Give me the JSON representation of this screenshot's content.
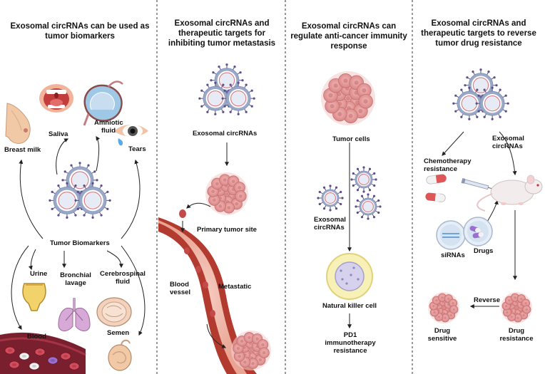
{
  "panels": [
    {
      "title": "Exosomal circRNAs can be used as tumor biomarkers",
      "center_label": "Tumor Biomarkers",
      "labels": {
        "saliva": "Saliva",
        "amniotic_fluid": "Amniotic fluid",
        "breast_milk": "Breast milk",
        "tears": "Tears",
        "urine": "Urine",
        "bronchial_lavage": "Bronchial lavage",
        "cerebrospinal_fluid": "Cerebrospinal fluid",
        "blood": "Blood",
        "semen": "Semen"
      }
    },
    {
      "title": "Exosomal circRNAs and therapeutic targets for inhibiting tumor metastasis",
      "labels": {
        "exosomal_circrnas": "Exosomal circRNAs",
        "primary_tumor_site": "Primary tumor site",
        "blood_vessel": "Blood vessel",
        "metastatic": "Metastatic"
      }
    },
    {
      "title": "Exosomal circRNAs can regulate anti-cancer immunity response",
      "labels": {
        "tumor_cells": "Tumor cells",
        "exosomal_circrnas": "Exosomal circRNAs",
        "natural_killer_cell": "Natural killer cell",
        "pd1_resistance": "PD1 immunotherapy resistance"
      }
    },
    {
      "title": "Exosomal circRNAs and therapeutic targets to reverse tumor drug resistance",
      "labels": {
        "exosomal_circrnas": "Exosomal circRNAs",
        "chemotherapy_resistance": "Chemotherapy resistance",
        "sirnas": "siRNAs",
        "drugs": "Drugs",
        "reverse": "Reverse",
        "drug_sensitive": "Drug sensitive",
        "drug_resistance": "Drug resistance"
      }
    }
  ],
  "colors": {
    "exosome_ring": "#9aa8c8",
    "exosome_core": "#e6ebf5",
    "exosome_inner_ring": "#d97a86",
    "spike": "#5b4f8a",
    "tumor": "#e7a3a3",
    "tumor_dark": "#c96e6e",
    "vessel": "#b23a2f",
    "vessel_inner": "#f2b7a9",
    "nk_cell": "#f7f1b8",
    "nk_nucleus": "#b8b2d8",
    "pill_red": "#e05555",
    "pill_white": "#f2f2f2",
    "mouse": "#f3ecec",
    "divider": "#555555"
  },
  "icons": [
    "exosome-cluster-icon",
    "breast-icon",
    "mouth-icon",
    "uterus-icon",
    "eye-icon",
    "bladder-icon",
    "lungs-icon",
    "brain-icon",
    "blood-cells-icon",
    "testis-icon",
    "tumor-icon",
    "blood-vessel-icon",
    "nk-cell-icon",
    "pill-icon",
    "mouse-icon",
    "sirna-icon",
    "drug-petri-icon",
    "syringe-icon"
  ]
}
